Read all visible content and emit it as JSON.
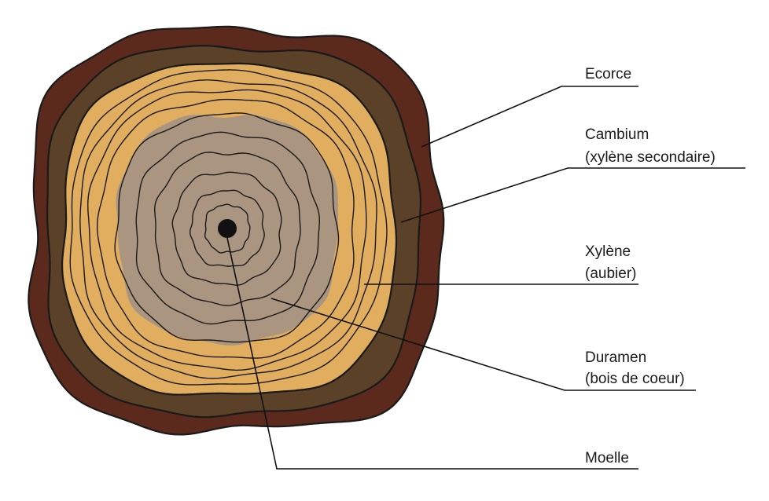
{
  "colors": {
    "bark": "#5b2a1d",
    "cambium": "#5a4128",
    "sapwood": "#e1ad5e",
    "heartwood": "#a99580",
    "pith": "#111111",
    "ring_line": "#1a1a1a",
    "leader_line": "#111111",
    "background": "#ffffff"
  },
  "labels": {
    "ecorce": "Ecorce",
    "cambium_line1": "Cambium",
    "cambium_line2": "(xylène secondaire)",
    "xylene_line1": "Xylène",
    "xylene_line2": "(aubier)",
    "duramen_line1": "Duramen",
    "duramen_line2": "(bois de coeur)",
    "moelle": "Moelle"
  }
}
